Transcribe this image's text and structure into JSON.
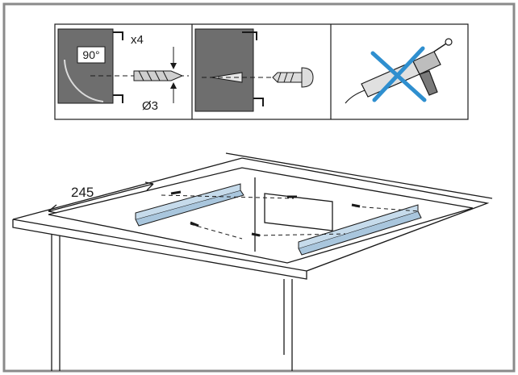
{
  "panels": {
    "drill": {
      "angle_label": "90°",
      "count_label": "x4",
      "diameter_label": "Ø3"
    },
    "screw": {},
    "no_sealant": {}
  },
  "installation": {
    "dimension_label": "245"
  },
  "colors": {
    "frame": "#8a8a8a",
    "line": "#1a1a1a",
    "panel_fill": "#6e6e6e",
    "bracket_fill": "#a9c6dd",
    "cross": "#2f8fcf"
  }
}
